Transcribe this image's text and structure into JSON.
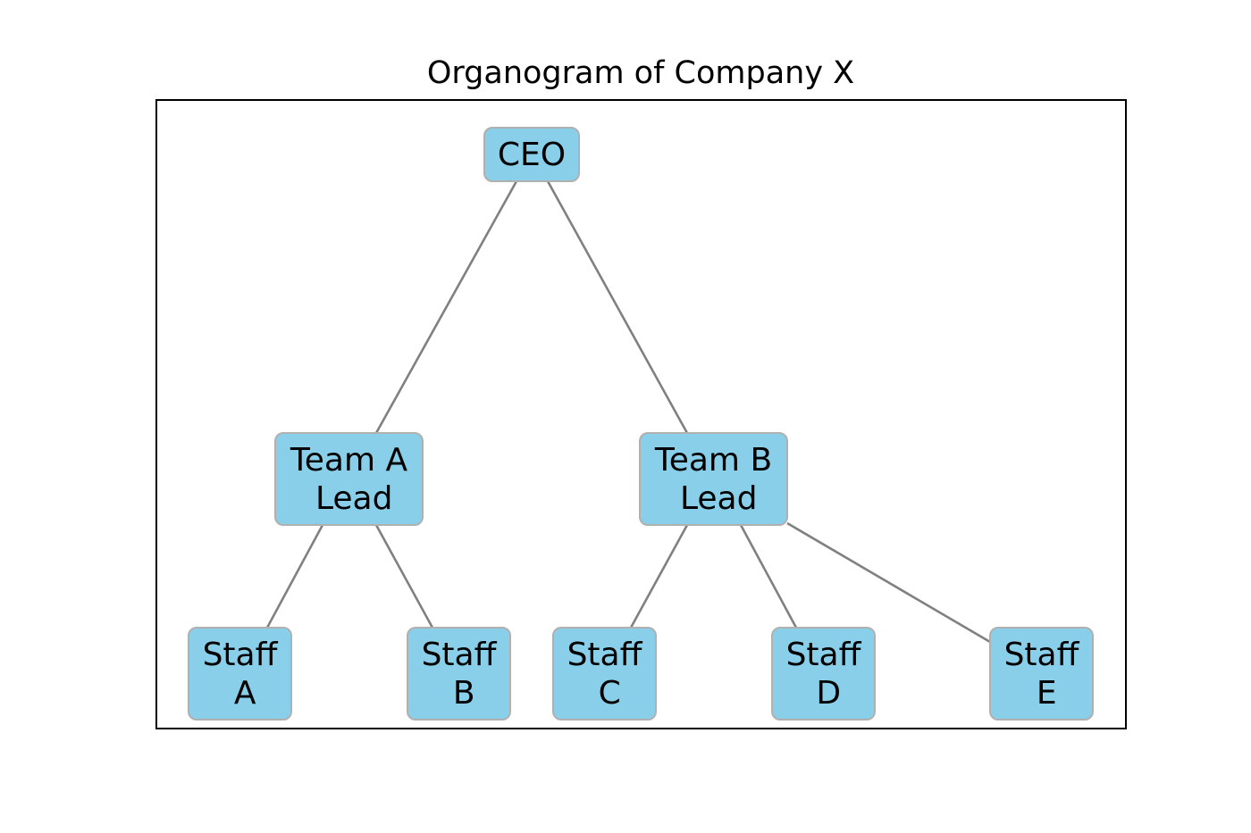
{
  "title": "Organogram of Company X",
  "colors": {
    "node_fill": "#89CFEA",
    "node_border": "#B0B0B0",
    "edge": "#808080",
    "frame": "#000000"
  },
  "nodes": [
    {
      "id": "ceo",
      "lines": [
        "CEO"
      ]
    },
    {
      "id": "team-a-lead",
      "lines": [
        "Team A",
        " Lead"
      ]
    },
    {
      "id": "team-b-lead",
      "lines": [
        "Team B",
        " Lead"
      ]
    },
    {
      "id": "staff-a",
      "lines": [
        "Staff",
        " A"
      ]
    },
    {
      "id": "staff-b",
      "lines": [
        "Staff",
        " B"
      ]
    },
    {
      "id": "staff-c",
      "lines": [
        "Staff",
        " C"
      ]
    },
    {
      "id": "staff-d",
      "lines": [
        "Staff",
        " D"
      ]
    },
    {
      "id": "staff-e",
      "lines": [
        "Staff",
        " E"
      ]
    }
  ],
  "edges": [
    {
      "from": "ceo",
      "to": "team-a-lead"
    },
    {
      "from": "ceo",
      "to": "team-b-lead"
    },
    {
      "from": "team-a-lead",
      "to": "staff-a"
    },
    {
      "from": "team-a-lead",
      "to": "staff-b"
    },
    {
      "from": "team-b-lead",
      "to": "staff-c"
    },
    {
      "from": "team-b-lead",
      "to": "staff-d"
    },
    {
      "from": "team-b-lead",
      "to": "staff-e"
    }
  ]
}
